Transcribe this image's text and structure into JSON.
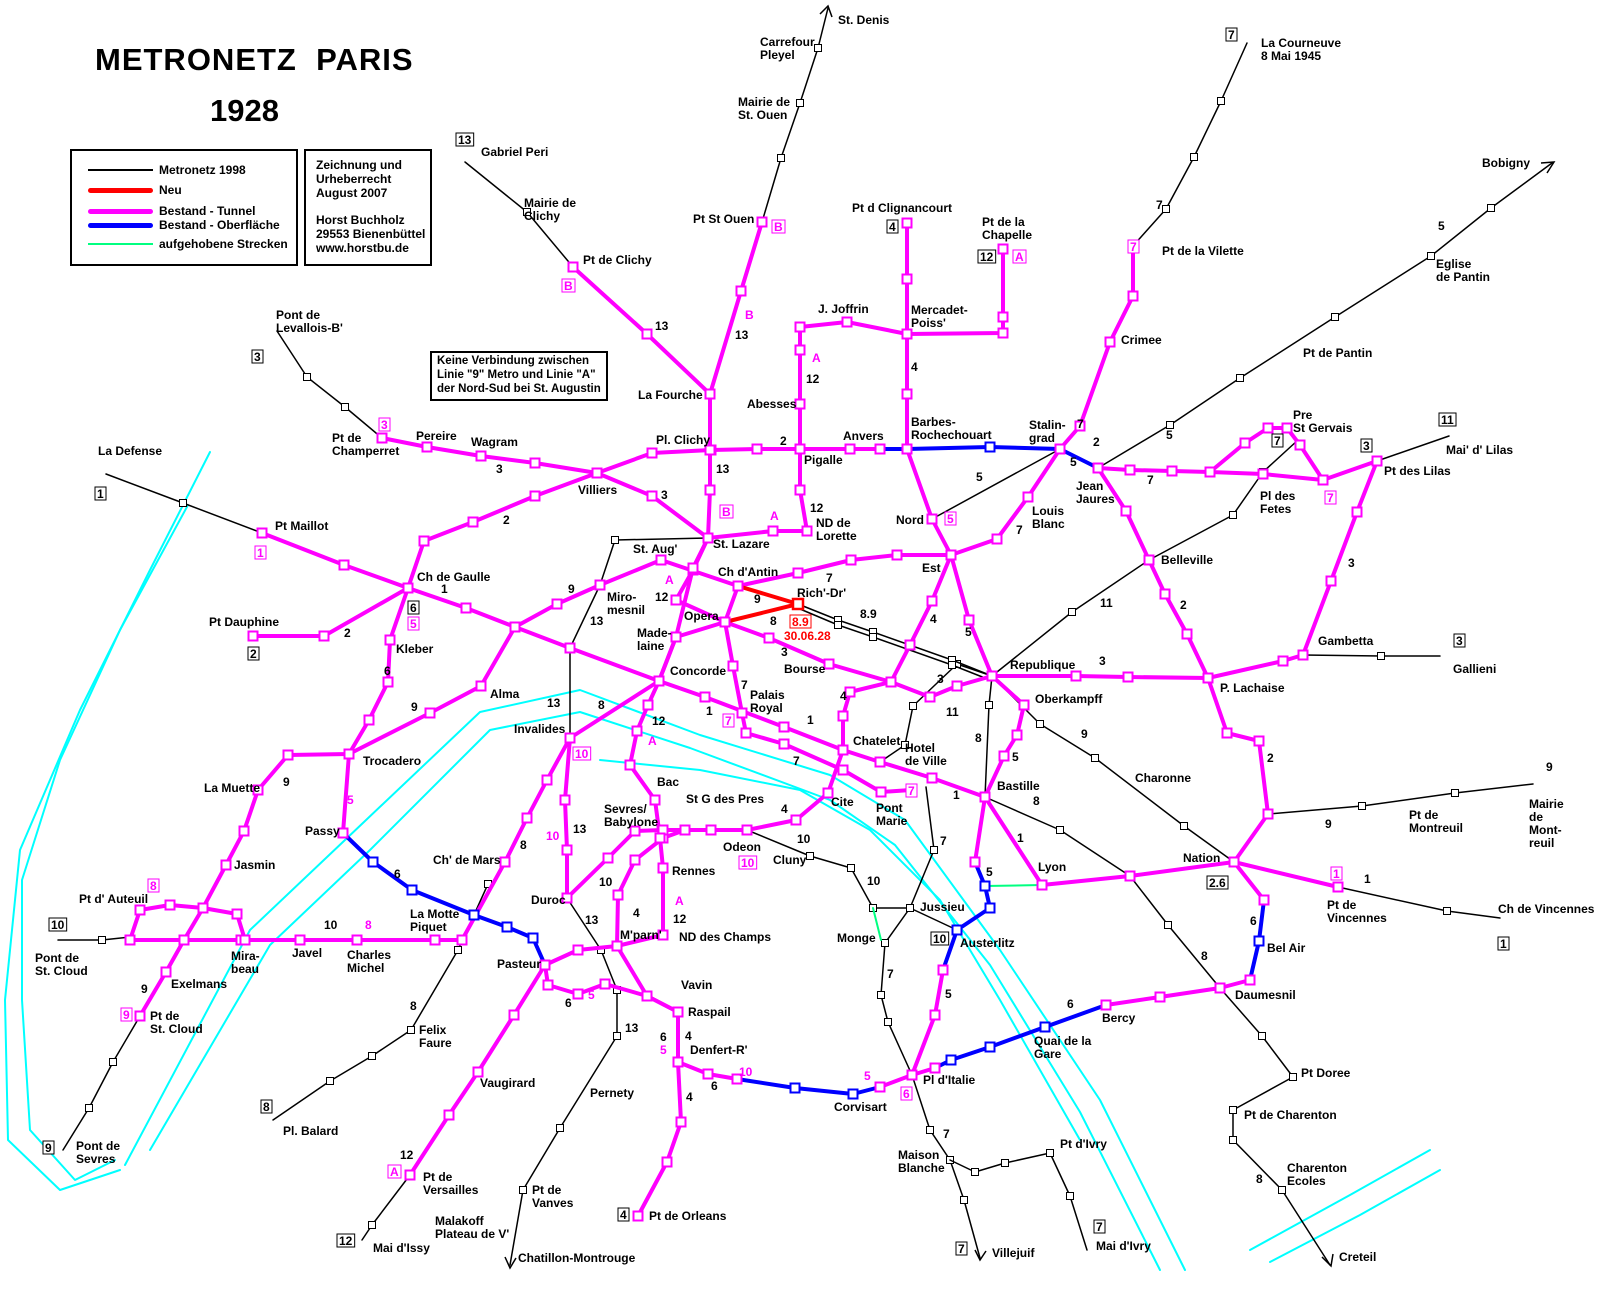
{
  "header": {
    "title": "METRONETZ  PARIS",
    "year": "1928"
  },
  "legend": [
    {
      "label": "Metronetz  1998",
      "color": "#000000"
    },
    {
      "label": "Neu",
      "color": "#ff0000"
    },
    {
      "label": "Bestand - Tunnel",
      "color": "#ff00ff"
    },
    {
      "label": "Bestand - Oberfläche",
      "color": "#0000ff"
    },
    {
      "label": "aufgehobene Strecken",
      "color": "#00ff80"
    }
  ],
  "credit": [
    "Zeichnung und",
    "Urheberrecht",
    "August 2007",
    "Horst Buchholz",
    "29553 Bienenbüttel",
    "www.horstbu.de"
  ],
  "note": [
    "Keine Verbindung zwischen",
    "Linie \"9\" Metro und Linie \"A\"",
    "der Nord-Sud bei St. Augustin"
  ],
  "colors": {
    "metro1998": "#000000",
    "new": "#ff0000",
    "tunnel": "#ff00ff",
    "surface": "#0000ff",
    "abandoned": "#00ff80",
    "seine": "#00ffff"
  },
  "new_section": {
    "label": "8.9",
    "date": "30.06.28"
  },
  "stations": [
    {
      "lines": [
        "St. Denis"
      ]
    },
    {
      "lines": [
        "Carrefour",
        "Pleyel"
      ]
    },
    {
      "lines": [
        "Mairie de",
        "St. Ouen"
      ]
    },
    {
      "lines": [
        "Pt St Ouen"
      ]
    },
    {
      "lines": [
        "Gabriel Peri"
      ]
    },
    {
      "lines": [
        "Mairie de",
        "Clichy"
      ]
    },
    {
      "lines": [
        "Pt de Clichy"
      ]
    },
    {
      "lines": [
        "La Fourche"
      ]
    },
    {
      "lines": [
        "Pont de",
        "Levallois-B'"
      ]
    },
    {
      "lines": [
        "Pt de",
        "Champerret"
      ]
    },
    {
      "lines": [
        "Pereire"
      ]
    },
    {
      "lines": [
        "Wagram"
      ]
    },
    {
      "lines": [
        "Villiers"
      ]
    },
    {
      "lines": [
        "Pl. Clichy"
      ]
    },
    {
      "lines": [
        "La Defense"
      ]
    },
    {
      "lines": [
        "Pt Maillot"
      ]
    },
    {
      "lines": [
        "Ch de Gaulle"
      ]
    },
    {
      "lines": [
        "Pt Dauphine"
      ]
    },
    {
      "lines": [
        "Kleber"
      ]
    },
    {
      "lines": [
        "St. Aug'"
      ]
    },
    {
      "lines": [
        "Miro-",
        "mesnil"
      ]
    },
    {
      "lines": [
        "Made-",
        "laine"
      ]
    },
    {
      "lines": [
        "Opera"
      ]
    },
    {
      "lines": [
        "Concorde"
      ]
    },
    {
      "lines": [
        "Ch d'Antin"
      ]
    },
    {
      "lines": [
        "Rich'-Dr'"
      ]
    },
    {
      "lines": [
        "Bourse"
      ]
    },
    {
      "lines": [
        "Palais",
        "Royal"
      ]
    },
    {
      "lines": [
        "St. Lazare"
      ]
    },
    {
      "lines": [
        "ND de",
        "Lorette"
      ]
    },
    {
      "lines": [
        "Pigalle"
      ]
    },
    {
      "lines": [
        "Abesses"
      ]
    },
    {
      "lines": [
        "J. Joffrin"
      ]
    },
    {
      "lines": [
        "Pt d Clignancourt"
      ]
    },
    {
      "lines": [
        "Pt de la",
        "Chapelle"
      ]
    },
    {
      "lines": [
        "Mercadet-",
        "Poiss'"
      ]
    },
    {
      "lines": [
        "Anvers"
      ]
    },
    {
      "lines": [
        "Barbes-",
        "Rochechouart"
      ]
    },
    {
      "lines": [
        "Stalin-",
        "grad"
      ]
    },
    {
      "lines": [
        "Nord"
      ]
    },
    {
      "lines": [
        "Est"
      ]
    },
    {
      "lines": [
        "Jean",
        "Jaures"
      ]
    },
    {
      "lines": [
        "Louis",
        "Blanc"
      ]
    },
    {
      "lines": [
        "Pt de la Vilette"
      ]
    },
    {
      "lines": [
        "Crimee"
      ]
    },
    {
      "lines": [
        "La Courneuve",
        "8 Mai 1945"
      ]
    },
    {
      "lines": [
        "Bobigny"
      ]
    },
    {
      "lines": [
        "Eglise",
        "de Pantin"
      ]
    },
    {
      "lines": [
        "Pt de Pantin"
      ]
    },
    {
      "lines": [
        "Pre",
        "St Gervais"
      ]
    },
    {
      "lines": [
        "Pl des",
        "Fetes"
      ]
    },
    {
      "lines": [
        "Mai' d' Lilas"
      ]
    },
    {
      "lines": [
        "Pt des Lilas"
      ]
    },
    {
      "lines": [
        "Belleville"
      ]
    },
    {
      "lines": [
        "Gambetta"
      ]
    },
    {
      "lines": [
        "Gallieni"
      ]
    },
    {
      "lines": [
        "Republique"
      ]
    },
    {
      "lines": [
        "Oberkampff"
      ]
    },
    {
      "lines": [
        "P. Lachaise"
      ]
    },
    {
      "lines": [
        "Charonne"
      ]
    },
    {
      "lines": [
        "Mairie",
        "de",
        "Mont-",
        "reuil"
      ]
    },
    {
      "lines": [
        "Pt de",
        "Montreuil"
      ]
    },
    {
      "lines": [
        "Nation"
      ]
    },
    {
      "lines": [
        "Pt de",
        "Vincennes"
      ]
    },
    {
      "lines": [
        "Ch de Vincennes"
      ]
    },
    {
      "lines": [
        "Bel Air"
      ]
    },
    {
      "lines": [
        "Daumesnil"
      ]
    },
    {
      "lines": [
        "Pt Doree"
      ]
    },
    {
      "lines": [
        "Pt de Charenton"
      ]
    },
    {
      "lines": [
        "Charenton",
        "Ecoles"
      ]
    },
    {
      "lines": [
        "Creteil"
      ]
    },
    {
      "lines": [
        "Bastille"
      ]
    },
    {
      "lines": [
        "Lyon"
      ]
    },
    {
      "lines": [
        "Austerlitz"
      ]
    },
    {
      "lines": [
        "Jussieu"
      ]
    },
    {
      "lines": [
        "Monge"
      ]
    },
    {
      "lines": [
        "Bercy"
      ]
    },
    {
      "lines": [
        "Quai de la",
        "Gare"
      ]
    },
    {
      "lines": [
        "Pl d'Italie"
      ]
    },
    {
      "lines": [
        "Corvisart"
      ]
    },
    {
      "lines": [
        "Maison",
        "Blanche"
      ]
    },
    {
      "lines": [
        "Pt d'Ivry"
      ]
    },
    {
      "lines": [
        "Mai d'Ivry"
      ]
    },
    {
      "lines": [
        "Villejuif"
      ]
    },
    {
      "lines": [
        "Chatelet"
      ]
    },
    {
      "lines": [
        "Hotel",
        "de Ville"
      ]
    },
    {
      "lines": [
        "Cite"
      ]
    },
    {
      "lines": [
        "Pont",
        "Marie"
      ]
    },
    {
      "lines": [
        "Cluny"
      ]
    },
    {
      "lines": [
        "Odeon"
      ]
    },
    {
      "lines": [
        "St G des Pres"
      ]
    },
    {
      "lines": [
        "Sevres/",
        "Babylone"
      ]
    },
    {
      "lines": [
        "Bac"
      ]
    },
    {
      "lines": [
        "Rennes"
      ]
    },
    {
      "lines": [
        "ND des Champs"
      ]
    },
    {
      "lines": [
        "M'parn'"
      ]
    },
    {
      "lines": [
        "Vavin"
      ]
    },
    {
      "lines": [
        "Raspail"
      ]
    },
    {
      "lines": [
        "Denfert-R'"
      ]
    },
    {
      "lines": [
        "Duroc"
      ]
    },
    {
      "lines": [
        "Pasteur"
      ]
    },
    {
      "lines": [
        "Vaugirard"
      ]
    },
    {
      "lines": [
        "Pernety"
      ]
    },
    {
      "lines": [
        "Pt de",
        "Vanves"
      ]
    },
    {
      "lines": [
        "Chatillon-Montrouge"
      ]
    },
    {
      "lines": [
        "Malakoff",
        "Plateau de V'"
      ]
    },
    {
      "lines": [
        "Pt de Orleans"
      ]
    },
    {
      "lines": [
        "Pt de",
        "Versailles"
      ]
    },
    {
      "lines": [
        "Mai d'Issy"
      ]
    },
    {
      "lines": [
        "Felix",
        "Faure"
      ]
    },
    {
      "lines": [
        "Pl. Balard"
      ]
    },
    {
      "lines": [
        "Ch' de Mars"
      ]
    },
    {
      "lines": [
        "La Motte",
        "Piquet"
      ]
    },
    {
      "lines": [
        "Charles",
        "Michel"
      ]
    },
    {
      "lines": [
        "Javel"
      ]
    },
    {
      "lines": [
        "Mira-",
        "beau"
      ]
    },
    {
      "lines": [
        "Exelmans"
      ]
    },
    {
      "lines": [
        "Pt de",
        "St. Cloud"
      ]
    },
    {
      "lines": [
        "Pont de",
        "Sevres"
      ]
    },
    {
      "lines": [
        "Pont de",
        "St. Cloud"
      ]
    },
    {
      "lines": [
        "Pt d' Auteuil"
      ]
    },
    {
      "lines": [
        "Jasmin"
      ]
    },
    {
      "lines": [
        "La Muette"
      ]
    },
    {
      "lines": [
        "Passy"
      ]
    },
    {
      "lines": [
        "Trocadero"
      ]
    },
    {
      "lines": [
        "Alma"
      ]
    },
    {
      "lines": [
        "Invalides"
      ]
    }
  ],
  "line_numbers": [
    "3",
    "2",
    "3",
    "1",
    "9",
    "13",
    "12",
    "2",
    "6",
    "9",
    "13",
    "8",
    "12",
    "1",
    "1",
    "7",
    "7",
    "3",
    "8",
    "9",
    "7",
    "8.9",
    "4",
    "5",
    "3",
    "11",
    "3",
    "4",
    "8",
    "5",
    "9",
    "8",
    "1",
    "1",
    "9",
    "1",
    "9",
    "6",
    "8",
    "8",
    "2",
    "2",
    "3",
    "11",
    "7",
    "5",
    "5",
    "2",
    "7",
    "5",
    "7",
    "5",
    "7",
    "4",
    "12",
    "12",
    "2",
    "13",
    "13",
    "13",
    "7",
    "5",
    "10",
    "10",
    "4",
    "7",
    "5",
    "7",
    "6",
    "6",
    "4",
    "4",
    "6",
    "10",
    "13",
    "4",
    "12",
    "8",
    "13",
    "6",
    "9",
    "10",
    "9",
    "8",
    "6",
    "13",
    "12"
  ],
  "route_letters": [
    "B",
    "A",
    "A",
    "A",
    "A",
    "10",
    "8",
    "5",
    "5",
    "5",
    "A",
    "10",
    "5"
  ],
  "line_boxes": [
    "7",
    "13",
    "3",
    "1",
    "2",
    "6",
    "4",
    "12",
    "7",
    "11",
    "3",
    "3",
    "2.6",
    "1",
    "10",
    "9",
    "8",
    "12",
    "4",
    "10",
    "7",
    "7"
  ],
  "route_boxes": [
    "B",
    "B",
    "7",
    "A",
    "3",
    "1",
    "5",
    "5",
    "B",
    "7",
    "7",
    "10",
    "7",
    "10",
    "8",
    "9",
    "6",
    "A",
    "1"
  ]
}
